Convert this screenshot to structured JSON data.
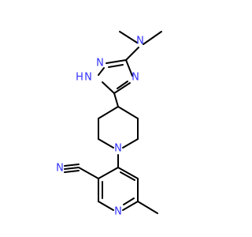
{
  "molecule": {
    "atom_labels": {
      "amine_n": "N",
      "triazole_n1": "N",
      "triazole_nh": "H",
      "triazole_n2": "N",
      "triazole_n4": "N",
      "piperidine_n": "N",
      "nitrile_n": "N",
      "pyridine_n": "N"
    }
  },
  "colors": {
    "bond": "#000000",
    "heteroatom": "#3333ff",
    "background": "#ffffff"
  }
}
